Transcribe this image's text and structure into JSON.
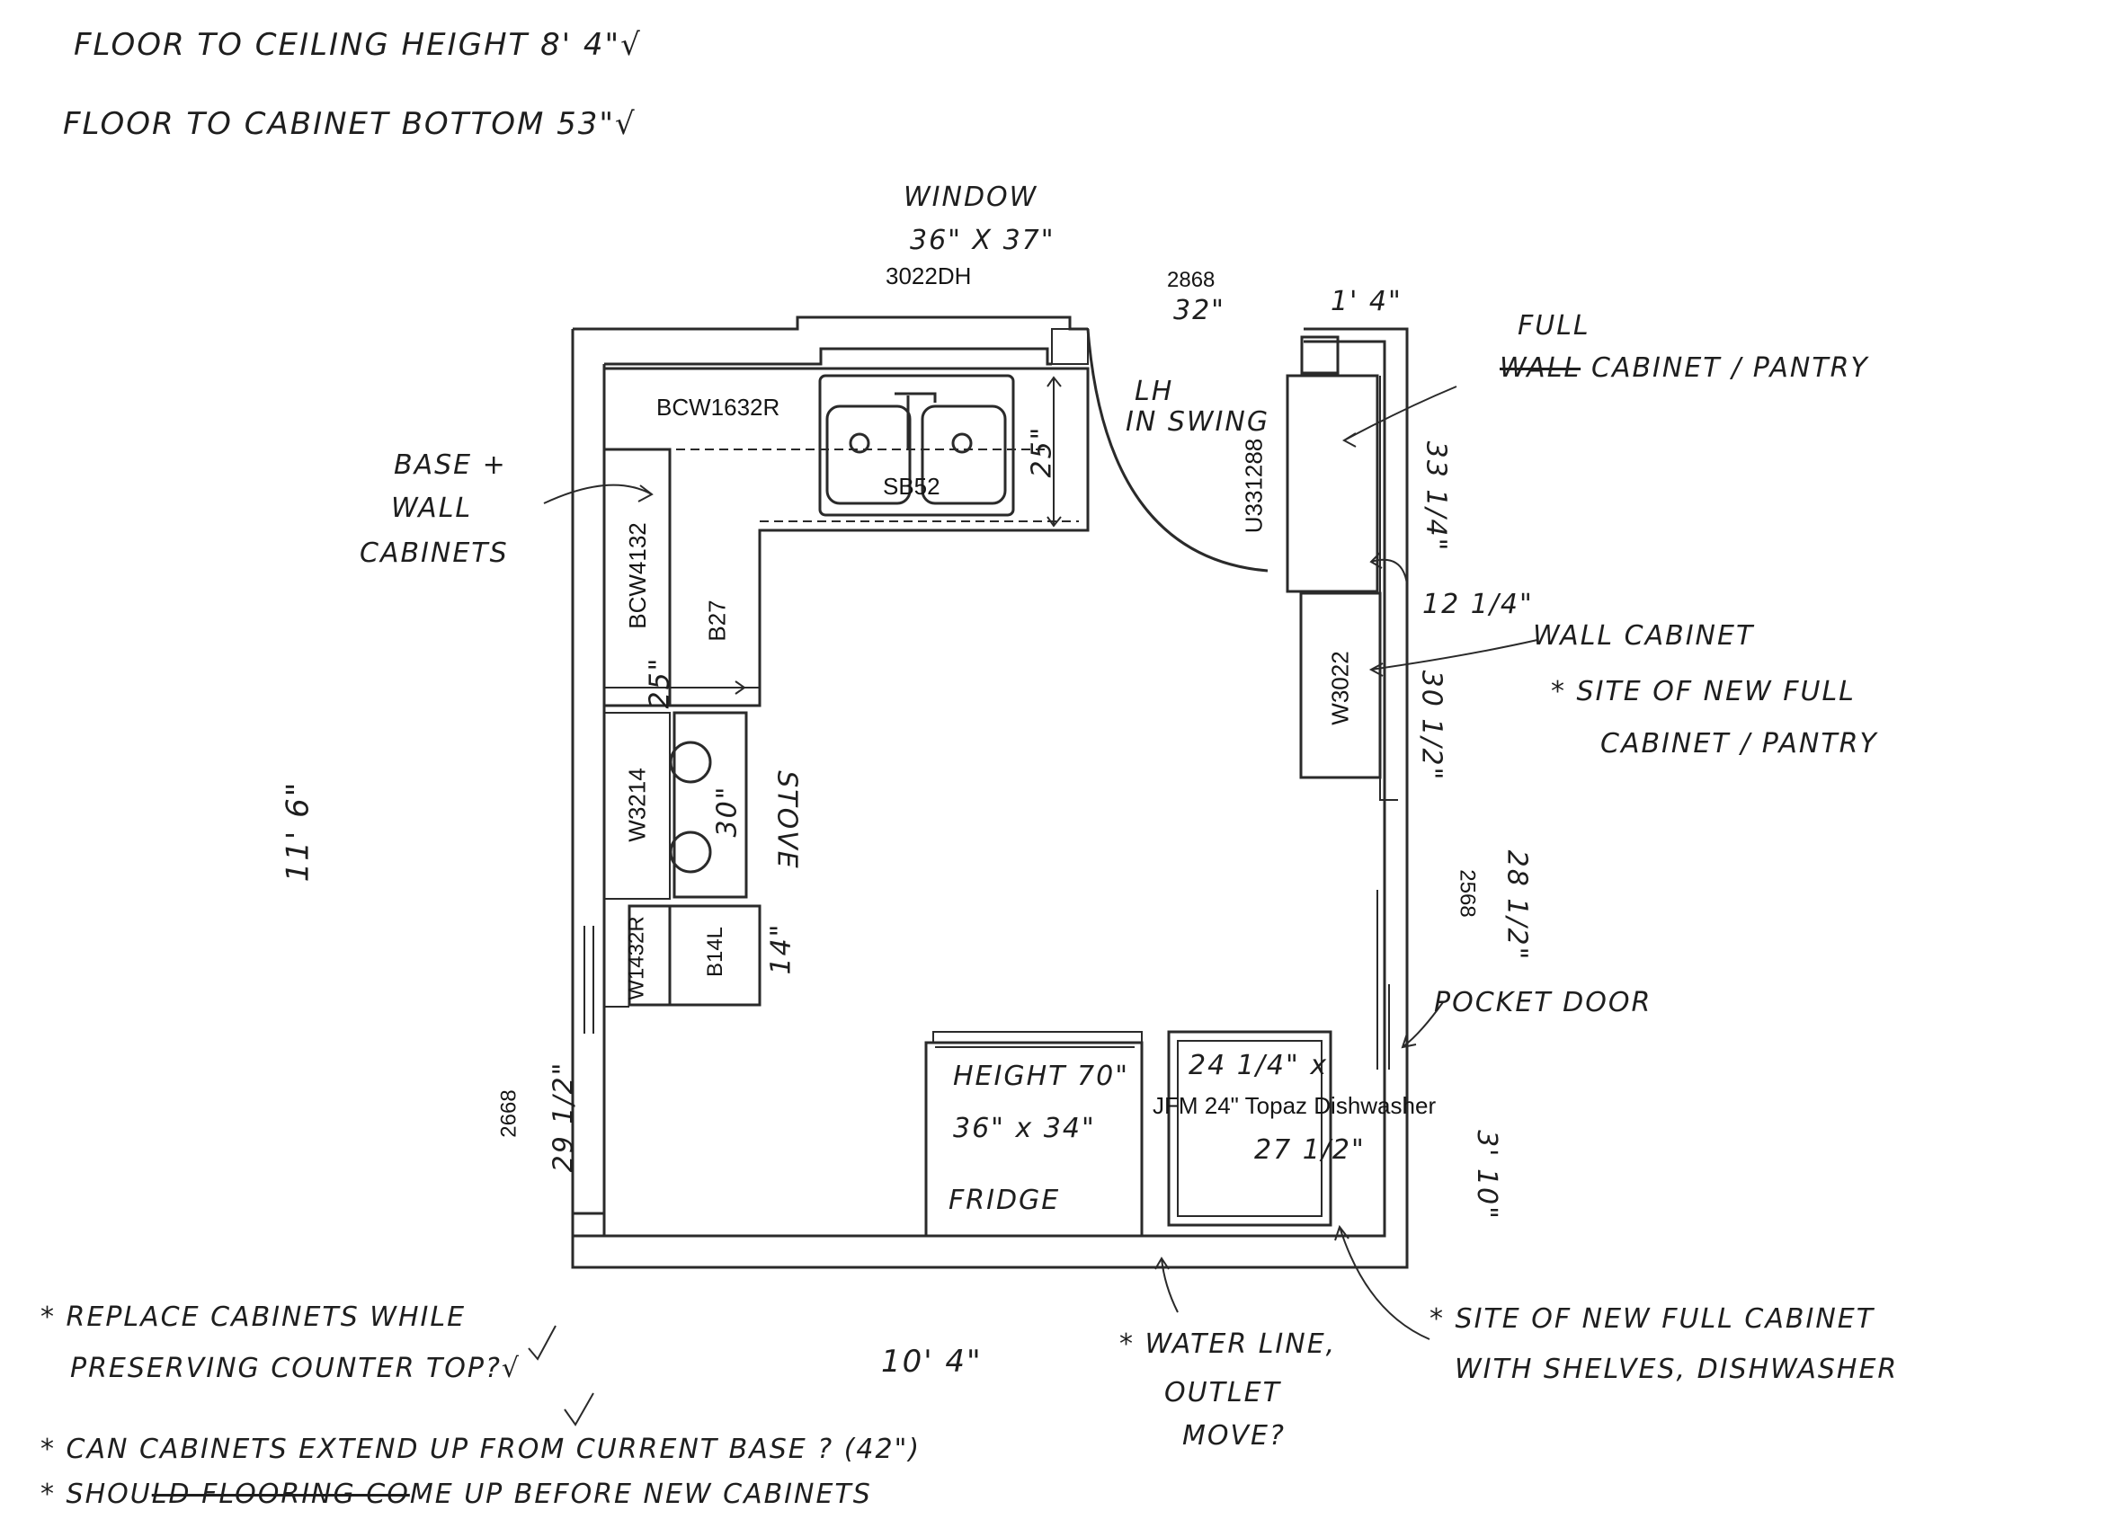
{
  "colors": {
    "ink": "#1e1e1e",
    "paper": "#ffffff",
    "line": "#2a2a2a"
  },
  "header": {
    "ceiling": "FLOOR TO CEILING HEIGHT  8' 4\"√",
    "cabinet_bottom": "FLOOR TO CABINET BOTTOM  53\"√"
  },
  "window": {
    "title": "WINDOW",
    "size": "36\" X 37\"",
    "code": "3022DH"
  },
  "door_top": {
    "code": "2868",
    "width": "32\""
  },
  "dims": {
    "top_right_small": "1' 4\"",
    "sink_depth": "25\"",
    "left_base_depth": "25\"",
    "stove_width": "30\"",
    "b14_width": "14\"",
    "right_upper": "33 1/4\"",
    "right_gap": "12 1/4\"",
    "right_wall": "30 1/2\"",
    "right_lower_code": "2568",
    "right_lower": "28 1/2\"",
    "right_bottom": "3' 10\"",
    "left_height": "11' 6\"",
    "left_door_code": "2668",
    "left_door": "29 1/2\"",
    "bottom_width": "10' 4\""
  },
  "cabinets": {
    "bcw1632r": "BCW1632R",
    "sb52": "SB52",
    "bcw4132": "BCW4132",
    "b27": "B27",
    "w3214": "W3214",
    "w1432r": "W1432R",
    "b14l": "B14L",
    "u331288": "U331288",
    "w3022": "W3022"
  },
  "labels": {
    "lh": "LH",
    "inswing": "IN SWING",
    "base_wall_1": "BASE +",
    "base_wall_2": "WALL",
    "base_wall_3": "CABINETS",
    "stove": "STOVE",
    "full_1": "FULL",
    "full_struck": "WALL",
    "full_2": "CABINET / PANTRY",
    "wall_cabinet": "WALL CABINET",
    "site_pantry_1": "* SITE OF NEW FULL",
    "site_pantry_2": "CABINET / PANTRY",
    "pocket_door": "POCKET DOOR",
    "fridge_height": "HEIGHT 70\"",
    "fridge_size": "36\" x 34\"",
    "fridge": "FRIDGE",
    "dw_w": "24 1/4\" x",
    "dw_name": "JFM 24\" Topaz Dishwasher",
    "dw_d": "27 1/2\""
  },
  "notes": {
    "replace_1": "* REPLACE CABINETS WHILE",
    "replace_2": "PRESERVING COUNTER TOP?√",
    "water_1": "* WATER LINE,",
    "water_2": "OUTLET",
    "water_3": "MOVE?",
    "site_dw_1": "* SITE OF NEW FULL CABINET",
    "site_dw_2": "WITH SHELVES, DISHWASHER",
    "extend": "* CAN CABINETS EXTEND UP FROM CURRENT BASE ? (42\")",
    "flooring_prefix": "* SHOU",
    "flooring_struck": "LD FLOORING CO",
    "flooring_suffix": "ME UP BEFORE NEW CABINETS"
  }
}
